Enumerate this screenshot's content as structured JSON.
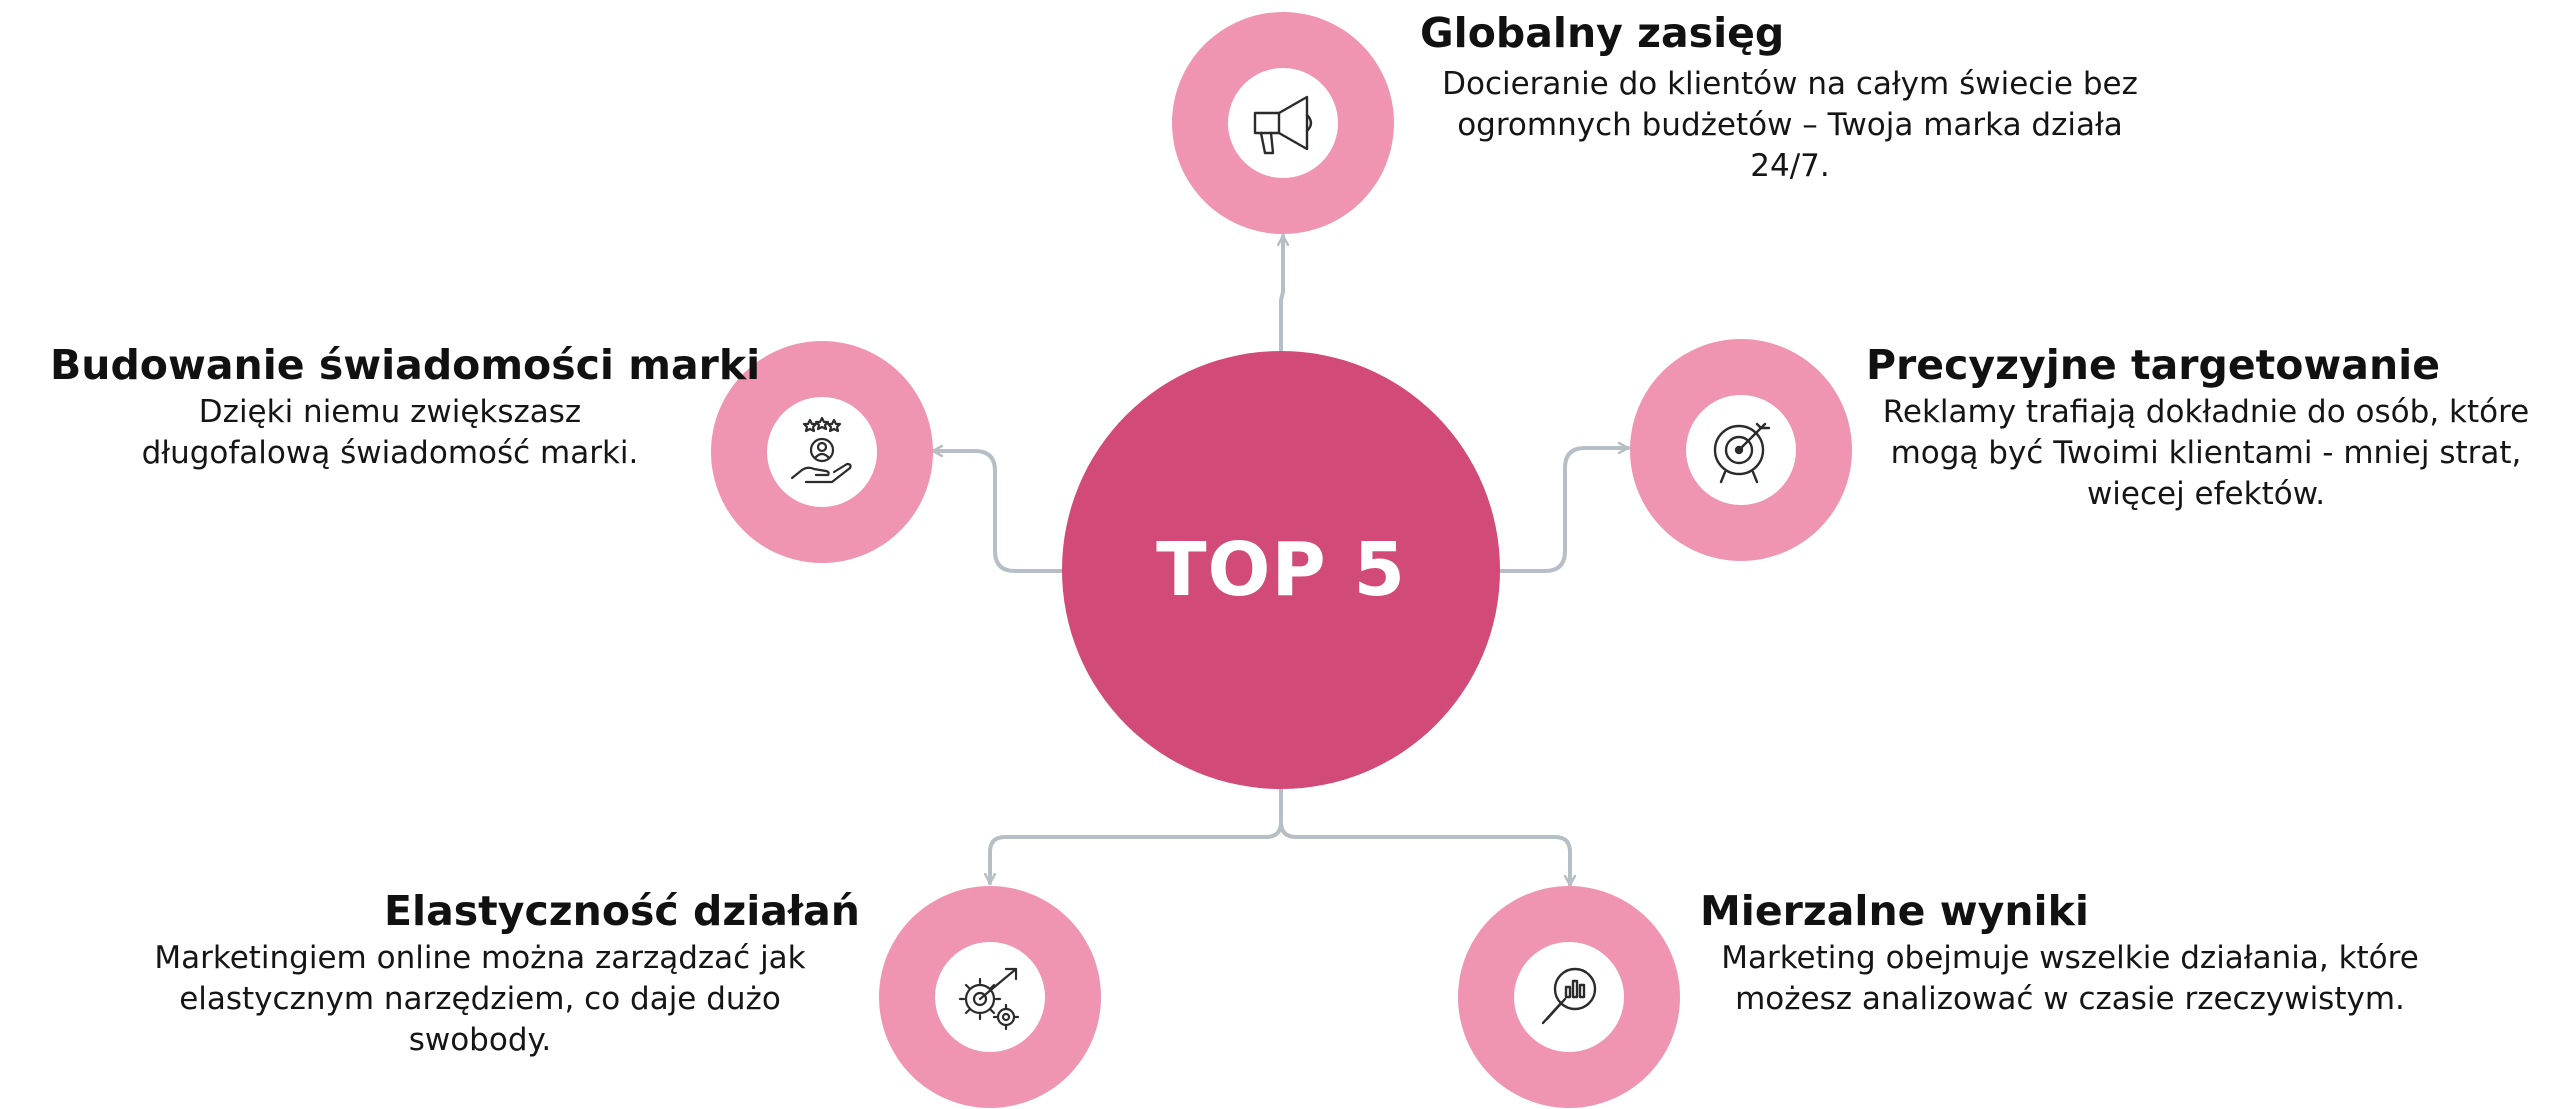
{
  "center": {
    "label": "TOP 5"
  },
  "colors": {
    "center": "#d14a78",
    "node_ring": "#ef95b2",
    "connector": "#b7bfc6",
    "icon": "#2b2b2b"
  },
  "items": {
    "top": {
      "title": "Globalny zasięg",
      "description": [
        "Docieranie do klientów na całym świecie bez",
        "ogromnych budżetów – Twoja marka działa",
        "24/7."
      ],
      "icon": "megaphone-icon"
    },
    "left": {
      "title": "Budowanie świadomości marki",
      "description": [
        "Dzięki niemu zwiększasz",
        "długofalową świadomość marki."
      ],
      "icon": "hand-person-stars-icon"
    },
    "right": {
      "title": "Precyzyjne targetowanie",
      "description": [
        "Reklamy trafiają dokładnie do osób, które",
        "mogą być Twoimi klientami - mniej strat,",
        "więcej efektów."
      ],
      "icon": "target-icon"
    },
    "bottom_left": {
      "title": "Elastyczność działań",
      "description": [
        "Marketingiem online można zarządzać jak",
        "elastycznym narzędziem, co daje dużo",
        "swobody."
      ],
      "icon": "gears-arrow-icon"
    },
    "bottom_right": {
      "title": "Mierzalne wyniki",
      "description": [
        "Marketing obejmuje wszelkie działania, które",
        "możesz analizować w czasie rzeczywistym."
      ],
      "icon": "magnifier-chart-icon"
    }
  }
}
